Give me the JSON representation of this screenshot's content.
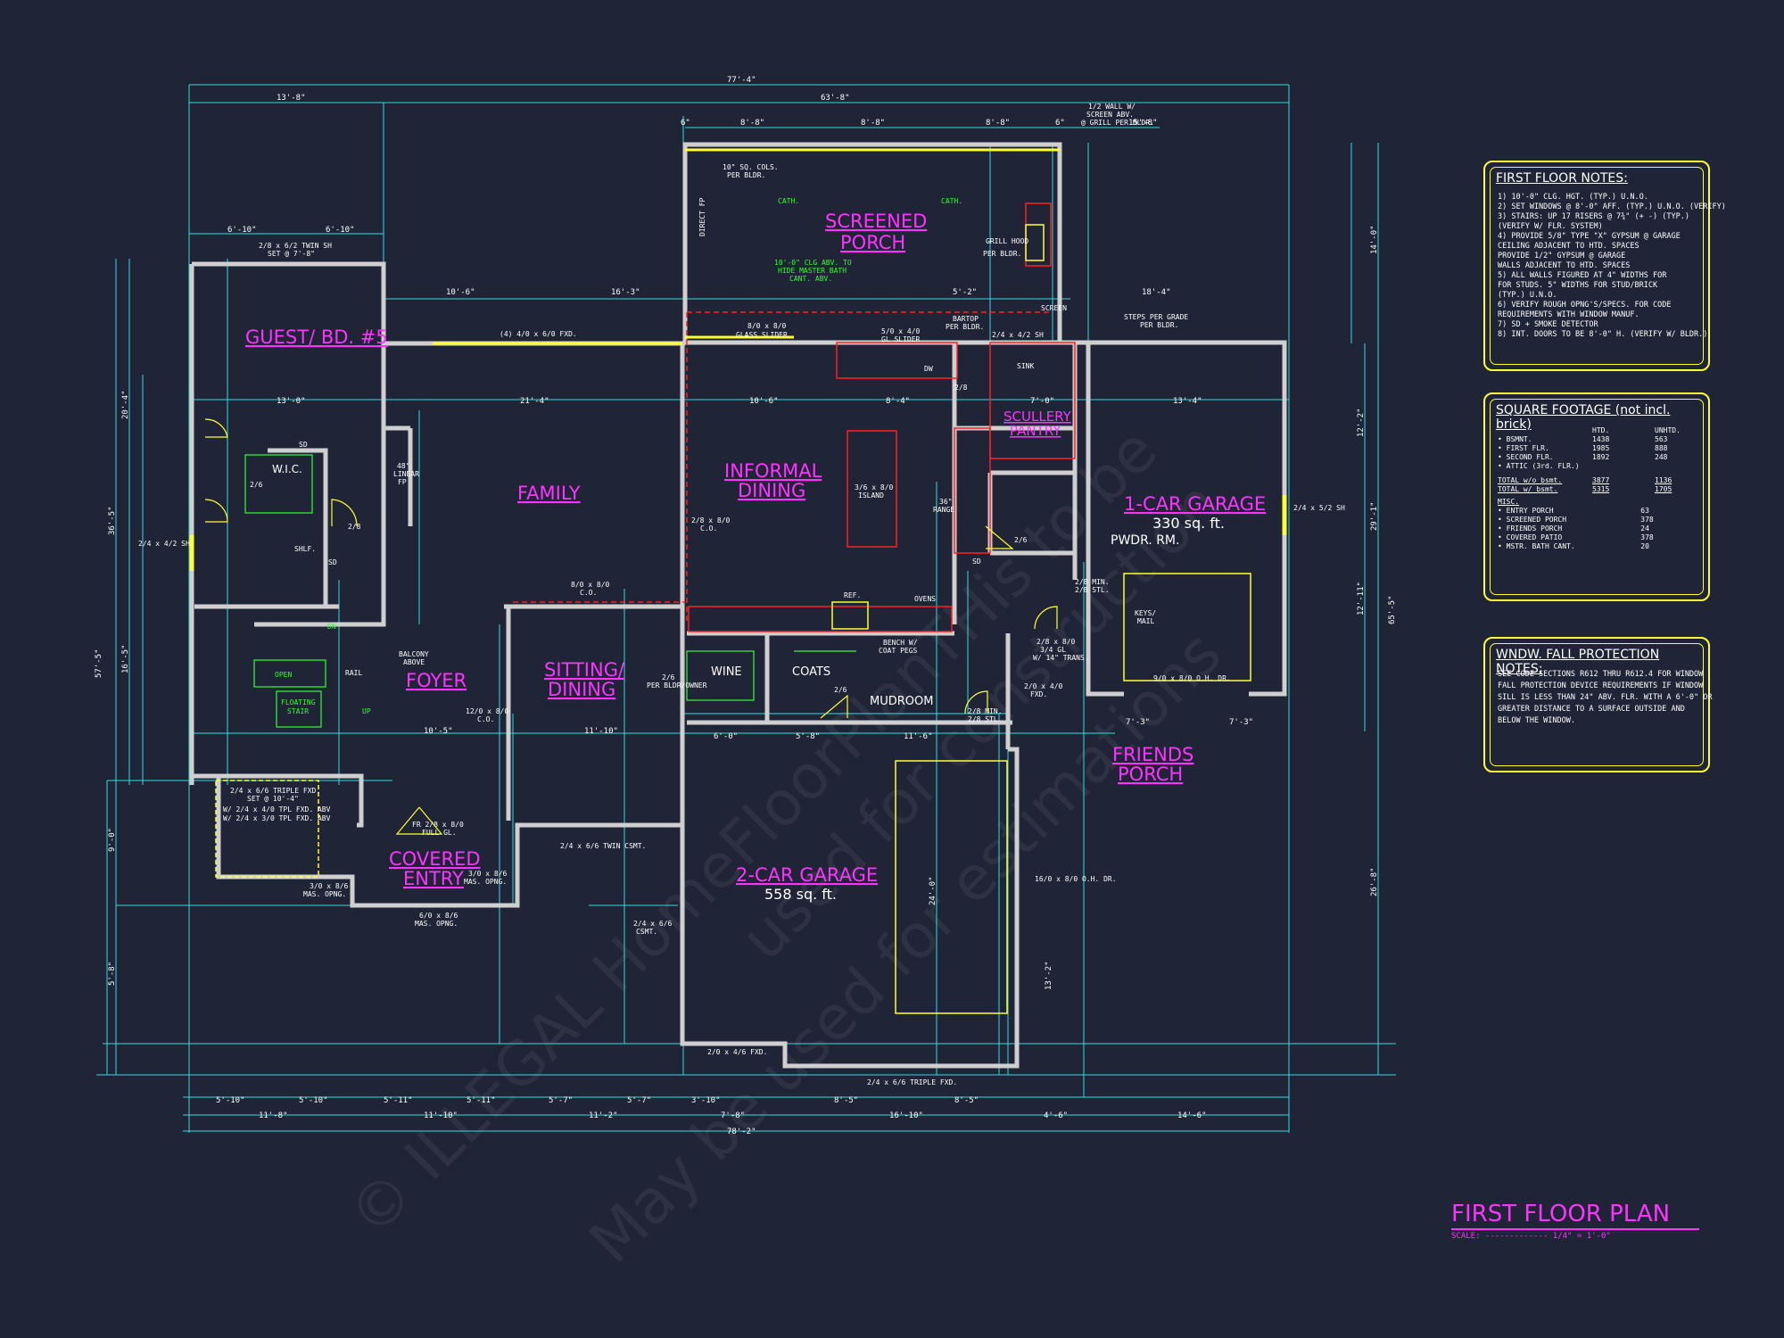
{
  "rooms": {
    "guest_bd": "GUEST/ BD. #5",
    "family": "FAMILY",
    "informal_dining_1": "INFORMAL",
    "informal_dining_2": "DINING",
    "screened_porch_1": "SCREENED",
    "screened_porch_2": "PORCH",
    "scullery_1": "SCULLERY",
    "scullery_2": "PANTRY",
    "one_car_garage": "1-CAR GARAGE",
    "one_car_garage_sqft": "330 sq. ft.",
    "pwdr": "PWDR. RM.",
    "foyer": "FOYER",
    "sitting_1": "SITTING/",
    "sitting_2": "DINING",
    "covered_entry_1": "COVERED",
    "covered_entry_2": "ENTRY",
    "two_car_garage": "2-CAR GARAGE",
    "two_car_garage_sqft": "558 sq. ft.",
    "friends_porch_1": "FRIENDS",
    "friends_porch_2": "PORCH",
    "wic": "W.I.C.",
    "wine": "WINE",
    "coats": "COATS",
    "mudroom": "MUDROOM"
  },
  "dimensions": {
    "overall_top": "77'-4\"",
    "top_left": "13'-8\"",
    "top_right": "63'-8\"",
    "d_6a": "6\"",
    "d_8_8a": "8'-8\"",
    "d_8_8b": "8'-8\"",
    "d_8_8c": "8'-8\"",
    "d_6b": "6\"",
    "d_15_8": "15'-8\"",
    "d_6_10a": "6'-10\"",
    "d_6_10b": "6'-10\"",
    "d_10_6a": "10'-6\"",
    "d_16_3": "16'-3\"",
    "d_5_2": "5'-2\"",
    "d_18_4": "18'-4\"",
    "d_13_0": "13'-0\"",
    "d_21_4": "21'-4\"",
    "d_10_6b": "10'-6\"",
    "d_8_4": "8'-4\"",
    "d_7_0": "7'-0\"",
    "d_13_4": "13'-4\"",
    "d_10_5": "10'-5\"",
    "d_11_10": "11'-10\"",
    "d_6_0": "6'-0\"",
    "d_5_8": "5'-8\"",
    "d_11_6": "11'-6\"",
    "d_7_3a": "7'-3\"",
    "d_7_3b": "7'-3\"",
    "b_5_10a": "5'-10\"",
    "b_5_10b": "5'-10\"",
    "b_5_11a": "5'-11\"",
    "b_5_11b": "5'-11\"",
    "b_5_7a": "5'-7\"",
    "b_5_7b": "5'-7\"",
    "b_3_10": "3'-10\"",
    "b_8_5a": "8'-5\"",
    "b_8_5b": "8'-5\"",
    "b_11_8": "11'-8\"",
    "b_11_10": "11'-10\"",
    "b_11_2": "11'-2\"",
    "b_7_8": "7'-8\"",
    "b_16_10": "16'-10\"",
    "b_4_6": "4'-6\"",
    "b_14_6": "14'-6\"",
    "b_overall": "78'-2\"",
    "l_57_5": "57'-5\"",
    "l_36_5": "36'-5\"",
    "l_20_4": "20'-4\"",
    "l_16_5": "16'-5\"",
    "l_9_0": "9'-0\"",
    "l_5_8": "5'-8\"",
    "r_65_5": "65'-5\"",
    "r_14_0": "14'-0\"",
    "r_29_1": "29'-1\"",
    "r_26_8": "26'-8\"",
    "r_12_2": "12'-2\"",
    "r_12_11": "12'-11\"",
    "r_24_0": "24'-0\"",
    "r_13_2": "13'-2\""
  },
  "annotations": {
    "half_wall": "1/2 WALL W/",
    "half_wall_2": "SCREEN ABV.",
    "half_wall_3": "@ GRILL PER BLDR.",
    "cols": "10\" SQ. COLS.",
    "cols_2": "PER BLDR.",
    "cath_1": "CATH.",
    "cath_2": "CATH.",
    "clg_1": "10'-0\" CLG ABV. TO",
    "clg_2": "HIDE MASTER BATH",
    "clg_3": "CANT. ABV.",
    "direct_fp": "DIRECT FP",
    "grill_hood": "GRILL HOOD",
    "per_bldr": "PER BLDR.",
    "twin_sh": "2/8 x 6/2 TWIN SH",
    "twin_sh_2": "SET @ 7'-8\"",
    "fxd_410": "(4) 4/0 x 6/0 FXD.",
    "glass_slider": "8/0 x 8/0",
    "glass_slider_2": "GLASS SLIDER",
    "gl_slider": "5/0 x 4/0",
    "gl_slider_2": "GL SLIDER",
    "bartop": "BARTOP",
    "bartop_2": "PER BLDR.",
    "sh_24_42": "2/4 x 4/2 SH",
    "screen": "SCREEN",
    "steps": "STEPS PER GRADE",
    "steps_2": "PER BLDR.",
    "sink": "SINK",
    "dw": "DW",
    "island": "3/6 x 8/0",
    "island_2": "ISLAND",
    "range": "36\"",
    "range_2": "RANGE",
    "ref": "REF.",
    "ovens": "OVENS",
    "linear_fp": "48\"",
    "linear_fp_2": "LINEAR",
    "linear_fp_3": "FP",
    "co_810": "2/8 x 8/0",
    "co_810_2": "C.O.",
    "co_810b": "8/0 x 8/0",
    "co_810b_2": "C.O.",
    "bench": "BENCH W/",
    "bench_2": "COAT PEGS",
    "per_bldr_owner": "2/6",
    "per_bldr_owner_2": "PER BLDR/OWNER",
    "co_1210": "12/0 x 8/0",
    "co_1210_2": "C.O.",
    "balcony": "BALCONY",
    "balcony_2": "ABOVE",
    "rail": "RAIL",
    "open": "OPEN",
    "floating": "FLOATING",
    "floating_2": "STAIR",
    "dn": "DN",
    "up": "UP",
    "sd": "SD",
    "shelf": "SHLF.",
    "triple_fxd": "2/4 x 6/6 TRIPLE FXD.",
    "triple_fxd_2": "SET @ 10'-4\"",
    "triple_fxd_3": "W/ 2/4 x 4/0 TPL FXD. ABV",
    "triple_fxd_4": "W/ 2/4 x 3/0 TPL FXD. ABV",
    "fr": "FR 2/8 x 8/0",
    "fr_2": "FULL GL.",
    "mas_opng_1": "3/0 x 8/6",
    "mas_opng_1b": "MAS. OPNG.",
    "mas_opng_2": "3/0 x 8/6",
    "mas_opng_2b": "MAS. OPNG.",
    "mas_opng_3": "6/0 x 8/6",
    "mas_opng_3b": "MAS. OPNG.",
    "twin_csmt": "2/4 x 6/6 TWIN CSMT.",
    "csmt": "2/4 x 6/6",
    "csmt_2": "CSMT.",
    "fxd_246": "2/0 x 4/6 FXD.",
    "triple_fxd_garage": "2/4 x 6/6 TRIPLE FXD.",
    "oh_dr_16": "16/0 x 8/0 O.H. DR.",
    "oh_dr_9": "9/0 x 8/0 O.H. DR.",
    "keys": "KEYS/",
    "keys_2": "MAIL",
    "sh_212": "2/4 x 5/2 SH",
    "sh_242_left": "2/4 x 4/2 SH",
    "trans": "2/8 x 8/0",
    "trans_2": "3/4 GL",
    "trans_3": "W/ 14\" TRANS.",
    "fxd_240": "2/0 x 4/0",
    "fxd_240_2": "FXD.",
    "min_stl": "2/8 MIN.",
    "min_stl_2": "2/8 STL.",
    "min_stl_3": "2/8 MIN.",
    "min_stl_4": "2/8 STL.",
    "door_26": "2/6",
    "door_28": "2/8"
  },
  "notes_panel": {
    "title": "FIRST FLOOR NOTES:",
    "lines": [
      "1) 10'-0\"  CLG. HGT. (TYP.) U.N.O.",
      "2) SET WINDOWS @ 8'-0\" AFF. (TYP.) U.N.O. (VERIFY)",
      "3) STAIRS: UP 17 RISERS @ 7¾\" (+ -) (TYP.)",
      "    (VERIFY W/ FLR. SYSTEM)",
      "4) PROVIDE 5/8\" TYPE \"X\" GYPSUM @ GARAGE",
      "    CEILING ADJACENT TO HTD. SPACES",
      "    PROVIDE 1/2\" GYPSUM @ GARAGE",
      "    WALLS ADJACENT TO HTD. SPACES",
      "5) ALL WALLS FIGURED AT 4\" WIDTHS FOR",
      "    FOR STUDS. 5\" WIDTHS FOR STUD/BRICK",
      "    (TYP.) U.N.O.",
      "6) VERIFY ROUGH OPNG'S/SPECS. FOR CODE",
      "    REQUIREMENTS WITH WINDOW MANUF.",
      "7) SD + SMOKE DETECTOR",
      "8) INT. DOORS TO BE 8'-0\" H. (VERIFY W/ BLDR.)"
    ]
  },
  "sqft_panel": {
    "title": "SQUARE FOOTAGE (not incl. brick)",
    "col_htd": "HTD.",
    "col_unhtd": "UNHTD.",
    "rows": [
      {
        "label": "• BSMNT.",
        "htd": "1438",
        "unhtd": "563"
      },
      {
        "label": "• FIRST FLR.",
        "htd": "1985",
        "unhtd": "888"
      },
      {
        "label": "• SECOND FLR.",
        "htd": "1892",
        "unhtd": "248"
      },
      {
        "label": "• ATTIC (3rd. FLR.)",
        "htd": "",
        "unhtd": ""
      }
    ],
    "total_wo": {
      "label": "TOTAL w/o bsmt.",
      "htd": "3877",
      "unhtd": "1136"
    },
    "total_w": {
      "label": "TOTAL w/ bsmt.",
      "htd": "5315",
      "unhtd": "1705"
    },
    "misc_title": "MISC.",
    "misc_rows": [
      {
        "label": "• ENTRY PORCH",
        "value": "63"
      },
      {
        "label": "• SCREENED PORCH",
        "value": "378"
      },
      {
        "label": "• FRIENDS PORCH",
        "value": "24"
      },
      {
        "label": "• COVERED PATIO",
        "value": "378"
      },
      {
        "label": "• MSTR. BATH CANT.",
        "value": "20"
      }
    ]
  },
  "fall_panel": {
    "title": "WNDW. FALL PROTECTION NOTES:",
    "lines": [
      "SEE CODE SECTIONS R612 THRU R612.4 FOR WINDOW",
      "FALL PROTECTION DEVICE REQUIREMENTS IF WINDOW",
      "SILL IS LESS THAN 24\" ABV. FLR. WITH A 6'-0\" OR",
      "GREATER DISTANCE TO A SURFACE OUTSIDE AND",
      "BELOW THE WINDOW."
    ]
  },
  "plan_title": "FIRST FLOOR PLAN",
  "plan_scale": "SCALE: ------------- 1/4\" = 1'-0\"",
  "watermark": {
    "line1": "© ILLEGAL HomeFloorPlanTHis to be",
    "line2": "May be used for estimations",
    "line3": "used for construction"
  },
  "colors": {
    "background": "#1f2436",
    "wall": "#cfcfcf",
    "dimension": "#33dddd",
    "room_label": "#ff33ff",
    "note_panel": "#ffff33",
    "kitchen_red": "#ff2020",
    "green": "#33ff33"
  }
}
